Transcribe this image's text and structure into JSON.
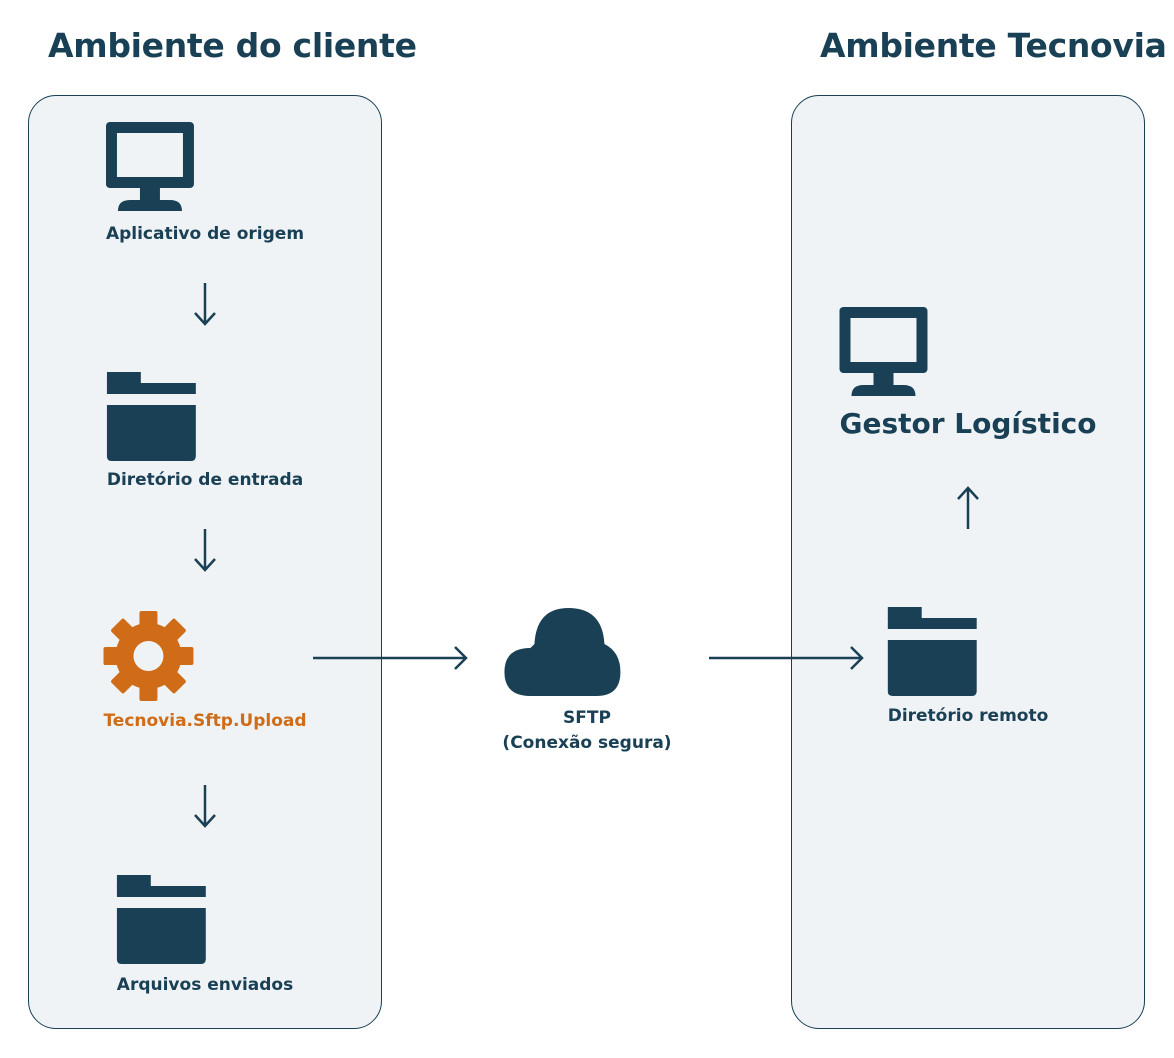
{
  "colors": {
    "primary": "#1a4055",
    "accent": "#d06c17",
    "panel_bg": "#eff3f5",
    "background": "#ffffff"
  },
  "client_env": {
    "title": "Ambiente do cliente",
    "nodes": [
      {
        "icon": "monitor-icon",
        "label": "Aplicativo de origem"
      },
      {
        "icon": "folder-icon",
        "label": "Diretório de entrada"
      },
      {
        "icon": "gear-icon",
        "label": "Tecnovia.Sftp.Upload"
      },
      {
        "icon": "folder-icon",
        "label": "Arquivos enviados"
      }
    ]
  },
  "transport": {
    "icon": "cloud-icon",
    "label": "SFTP",
    "sublabel": "(Conexão segura)"
  },
  "tecnovia_env": {
    "title": "Ambiente Tecnovia",
    "nodes": [
      {
        "icon": "monitor-icon",
        "label": "Gestor Logístico"
      },
      {
        "icon": "folder-icon",
        "label": "Diretório remoto"
      }
    ]
  },
  "arrows": [
    {
      "from": "Aplicativo de origem",
      "to": "Diretório de entrada",
      "direction": "down"
    },
    {
      "from": "Diretório de entrada",
      "to": "Tecnovia.Sftp.Upload",
      "direction": "down"
    },
    {
      "from": "Tecnovia.Sftp.Upload",
      "to": "Arquivos enviados",
      "direction": "down"
    },
    {
      "from": "Tecnovia.Sftp.Upload",
      "to": "SFTP",
      "direction": "right"
    },
    {
      "from": "SFTP",
      "to": "Diretório remoto",
      "direction": "right"
    },
    {
      "from": "Diretório remoto",
      "to": "Gestor Logístico",
      "direction": "up"
    }
  ]
}
